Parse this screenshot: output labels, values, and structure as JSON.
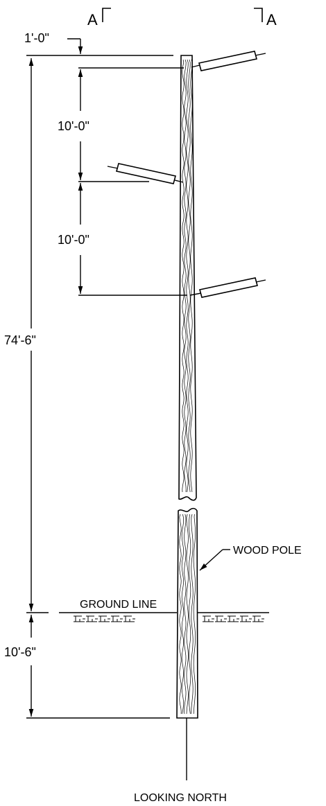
{
  "section_marks": {
    "left": "A",
    "right": "A"
  },
  "dimensions": {
    "top_offset": "1'-0\"",
    "spacing_upper": "10'-0\"",
    "spacing_lower": "10'-0\"",
    "above_ground": "74'-6\"",
    "embedment": "10'-6\""
  },
  "labels": {
    "ground_line": "GROUND LINE",
    "wood_pole": "WOOD POLE",
    "view": "LOOKING NORTH"
  }
}
